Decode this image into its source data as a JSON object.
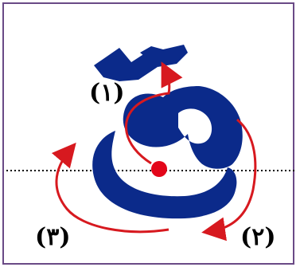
{
  "diagram": {
    "letter": "ق",
    "colors": {
      "border": "#6a4a86",
      "letter": "#0b2a8a",
      "arrow": "#d7191f",
      "dot": "#e3061a",
      "baseline": "#000000"
    },
    "steps": [
      {
        "label": "(١)"
      },
      {
        "label": "(٢)"
      },
      {
        "label": "(٣)"
      }
    ]
  }
}
